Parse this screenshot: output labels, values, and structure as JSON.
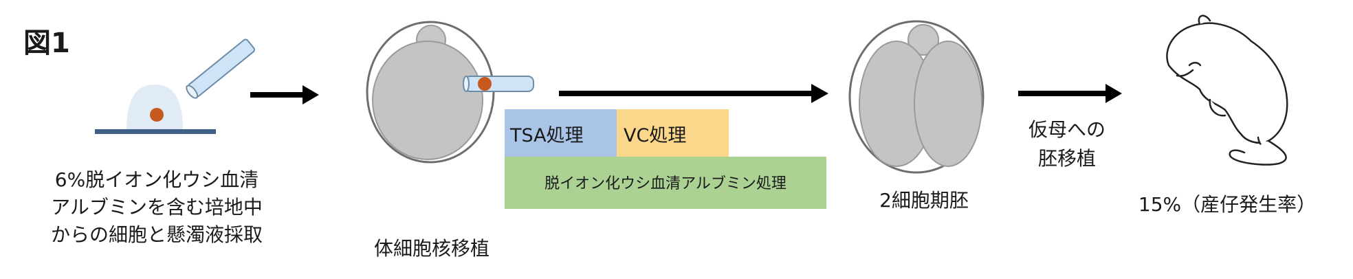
{
  "figure_label": "図1",
  "step1": {
    "caption_lines": [
      "6%脱イオン化ウシ血清",
      "アルブミンを含む培地中",
      "からの細胞と懸濁液採取"
    ]
  },
  "step2": {
    "caption": "体細胞核移植"
  },
  "treatments": {
    "tsa": "TSA処理",
    "vc": "VC処理",
    "bsa": "脱イオン化ウシ血清アルブミン処理"
  },
  "step3": {
    "caption": "2細胞期胚"
  },
  "transfer": {
    "lines": [
      "仮母への",
      "胚移植"
    ]
  },
  "result": {
    "caption": "15%（産仔発生率）"
  },
  "colors": {
    "tsa_box": "#a9c4e6",
    "vc_box": "#fbd78c",
    "bsa_box": "#acd293",
    "nucleus": "#c65a1e",
    "pipette": "#cfe4f7",
    "cell": "#c4c4c4"
  }
}
